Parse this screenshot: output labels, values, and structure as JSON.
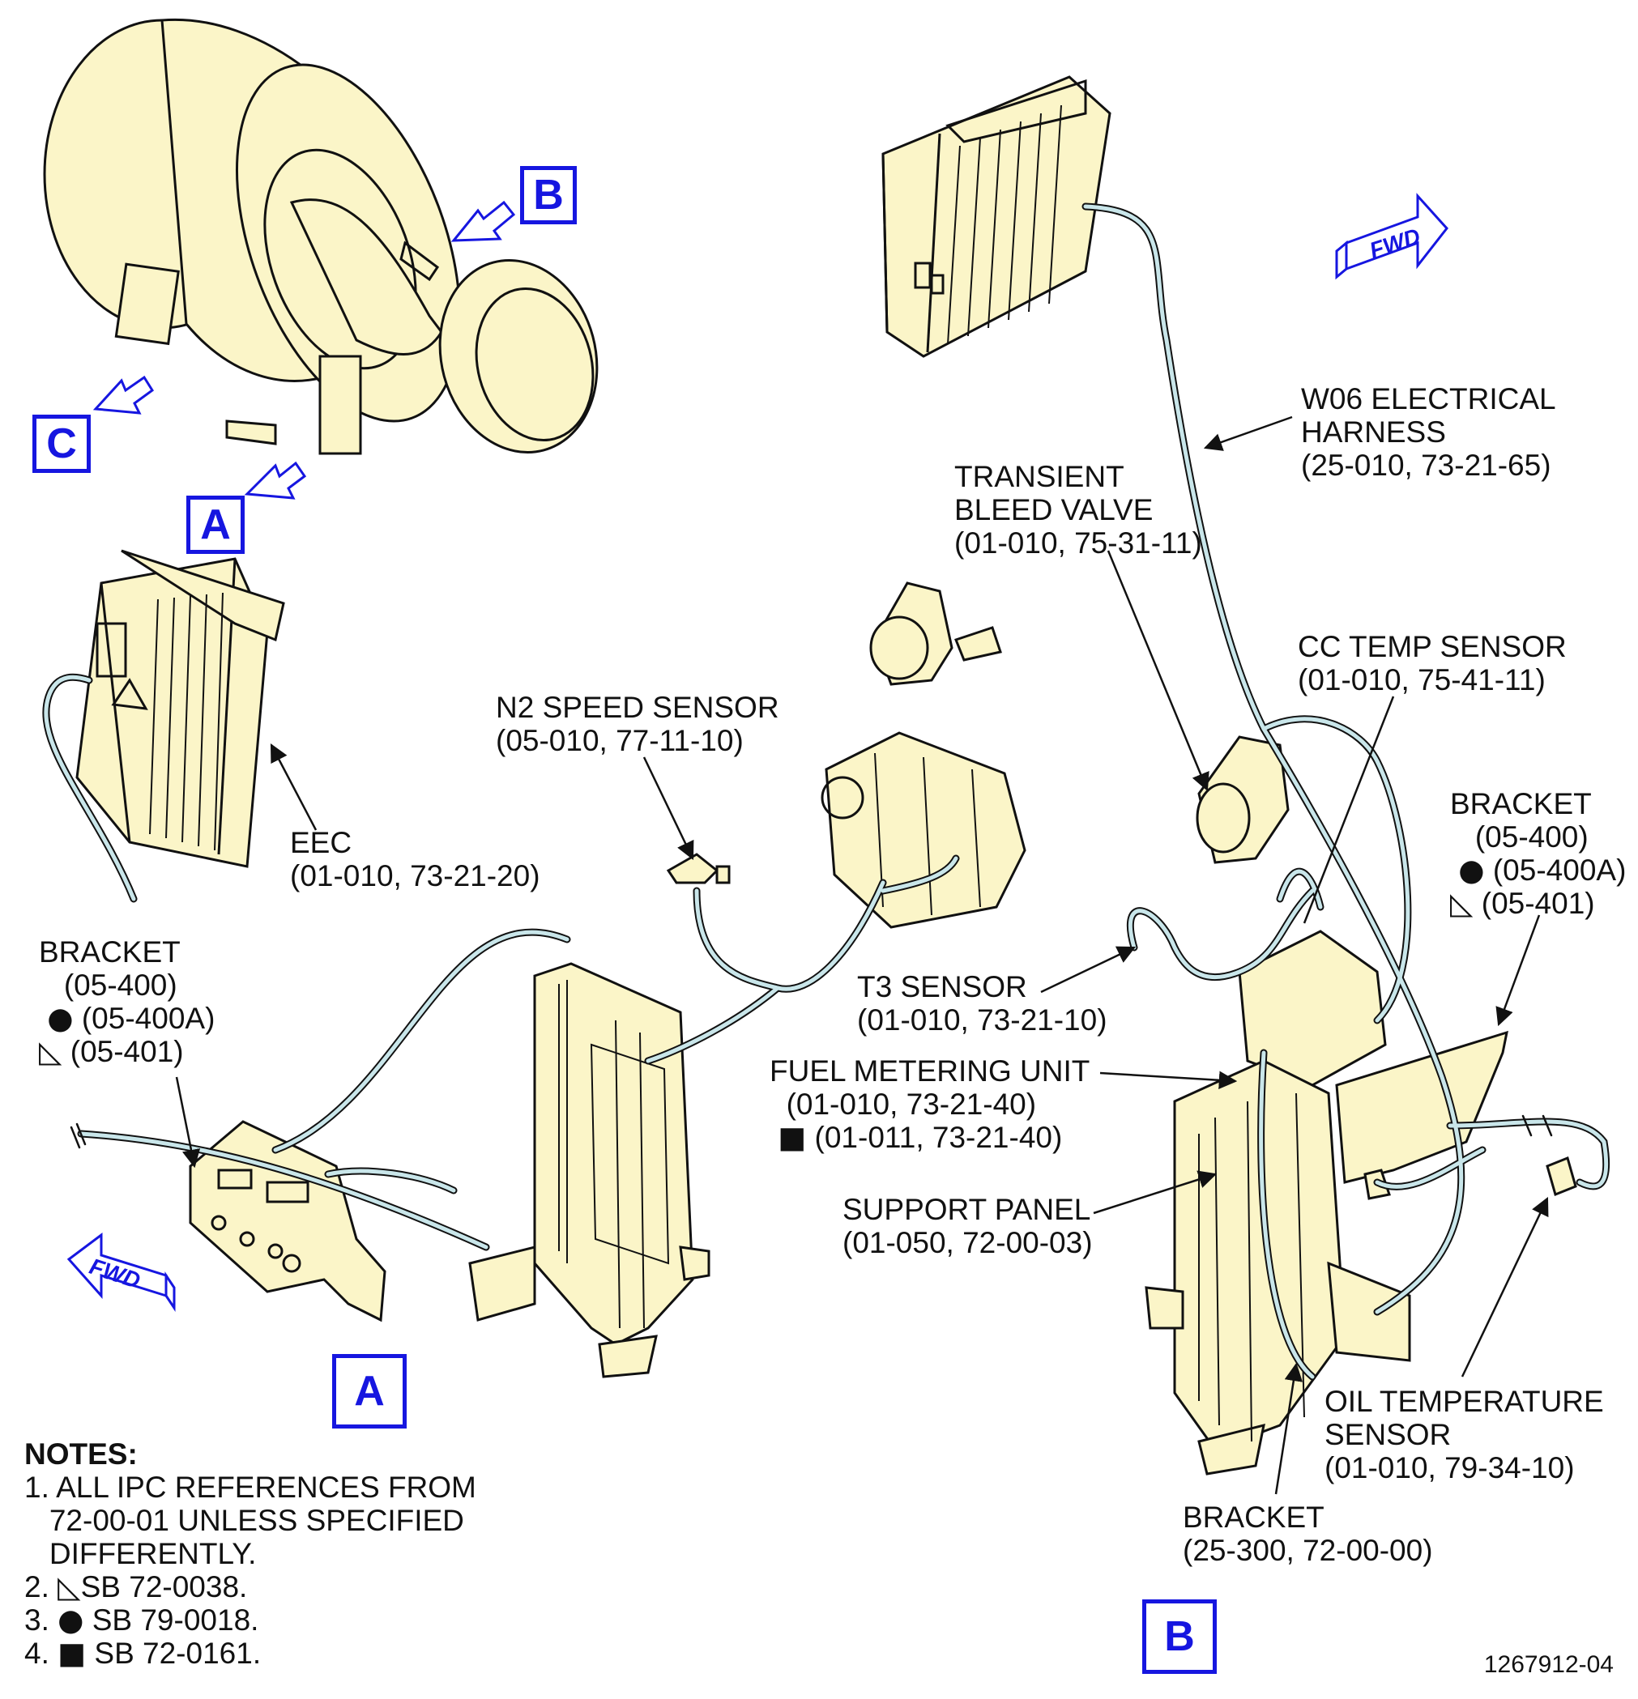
{
  "views": {
    "a_top": "A",
    "b_top": "B",
    "c_top": "C",
    "a_bottom": "A",
    "b_bottom": "B"
  },
  "fwd_label": "FWD",
  "labels": {
    "eec": [
      "EEC",
      "(01-010, 73-21-20)"
    ],
    "bracket_a": [
      "BRACKET",
      "(05-400)",
      "(05-400A)",
      "(05-401)"
    ],
    "n2_speed_sensor": [
      "N2 SPEED SENSOR",
      "(05-010, 77-11-10)"
    ],
    "w06_harness": [
      "W06 ELECTRICAL",
      "HARNESS",
      "(25-010, 73-21-65)"
    ],
    "transient_bleed_valve": [
      "TRANSIENT",
      "BLEED VALVE",
      "(01-010, 75-31-11)"
    ],
    "cc_temp_sensor": [
      "CC TEMP SENSOR",
      "(01-010, 75-41-11)"
    ],
    "bracket_b": [
      "BRACKET",
      "(05-400)",
      "(05-400A)",
      "(05-401)"
    ],
    "t3_sensor": [
      "T3 SENSOR",
      "(01-010, 73-21-10)"
    ],
    "fuel_metering_unit": [
      "FUEL METERING UNIT",
      "(01-010, 73-21-40)",
      "(01-011, 73-21-40)"
    ],
    "support_panel": [
      "SUPPORT PANEL",
      "(01-050, 72-00-03)"
    ],
    "oil_temperature_sensor": [
      "OIL TEMPERATURE",
      "SENSOR",
      "(01-010, 79-34-10)"
    ],
    "bracket_c": [
      "BRACKET",
      "(25-300, 72-00-00)"
    ]
  },
  "symbols": {
    "circle": "●",
    "square": "■",
    "triangle": "◺"
  },
  "notes": {
    "title": "NOTES:",
    "items": [
      "1. ALL IPC REFERENCES FROM",
      "72-00-01 UNLESS SPECIFIED",
      "DIFFERENTLY.",
      "2.",
      "SB 72-0038.",
      "3.",
      "SB 79-0018.",
      "4.",
      "SB 72-0161."
    ]
  },
  "figure_number": "1267912-04",
  "colors": {
    "part_fill": "#fbf5c8",
    "harness": "#c9e6ea",
    "callout_blue": "#1616e0",
    "line": "#111111"
  }
}
